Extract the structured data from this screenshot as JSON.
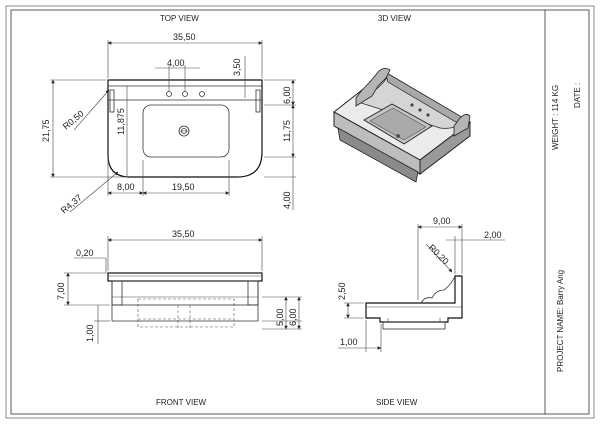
{
  "views": {
    "top": "TOP VIEW",
    "iso": "3D VIEW",
    "front": "FRONT VIEW",
    "side": "SIDE VIEW"
  },
  "title_block": {
    "weight": "WEIGHT : 114 KG",
    "date": "DATE :",
    "project": "PROJECT NAME:  Barry Ang"
  },
  "top_dims": {
    "overall_width": "35,50",
    "tap_spacing": "4,00",
    "tap_offset": "3,50",
    "depth_overall": "21,75",
    "corner_radius_small": "R0,50",
    "inner_height": "11,875",
    "top_margin": "6,00",
    "bowl_depth": "11,75",
    "corner_radius_large": "R4,37",
    "left_offset": "8,00",
    "bowl_width": "19,50",
    "bottom_margin": "4,00"
  },
  "front_dims": {
    "overall_width": "35,50",
    "lip": "0,20",
    "height": "7,00",
    "base": "1,00",
    "depth_a": "5,00",
    "depth_b": "6,00"
  },
  "side_dims": {
    "width": "9,00",
    "thickness": "2,00",
    "radius": "R0,20",
    "back_height": "2,50",
    "base": "1,00"
  }
}
